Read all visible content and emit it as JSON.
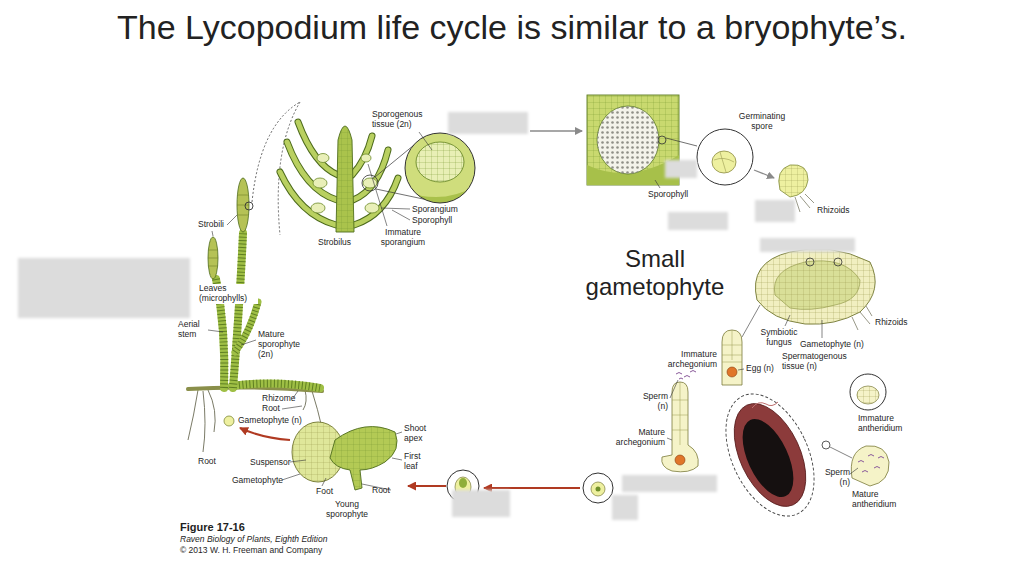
{
  "diagram": {
    "title": "The Lycopodium life cycle is similar to a bryophyte’s.",
    "labels": [
      "Sporogenous tissue (2n)",
      "Sporangium",
      "Sporophyll",
      "Immature sporangium",
      "Strobilus",
      "Sporophyll",
      "Germinating spore",
      "Rhizoids",
      "Symbiotic fungus",
      "Gametophyte (n)",
      "Spermatogenous tissue (n)",
      "Rhizoids",
      "Immature antheridium",
      "Sperm (n)",
      "Mature antheridium",
      "Immature archegonium",
      "Egg (n)",
      "Sperm (n)",
      "Mature archegonium",
      "Shoot apex",
      "First leaf",
      "Root",
      "Foot",
      "Gametophyte",
      "Suspensor",
      "Young sporophyte",
      "Strobili",
      "Leaves (microphylls)",
      "Aerial stem",
      "Mature sporophyte (2n)",
      "Rhizome",
      "Root",
      "Gametophyte (n)",
      "Root",
      "Small gametophyte",
      "Figure 17-16",
      "Raven Biology of Plants, Eighth Edition",
      "© 2013 W. H. Freeman and Company"
    ]
  }
}
